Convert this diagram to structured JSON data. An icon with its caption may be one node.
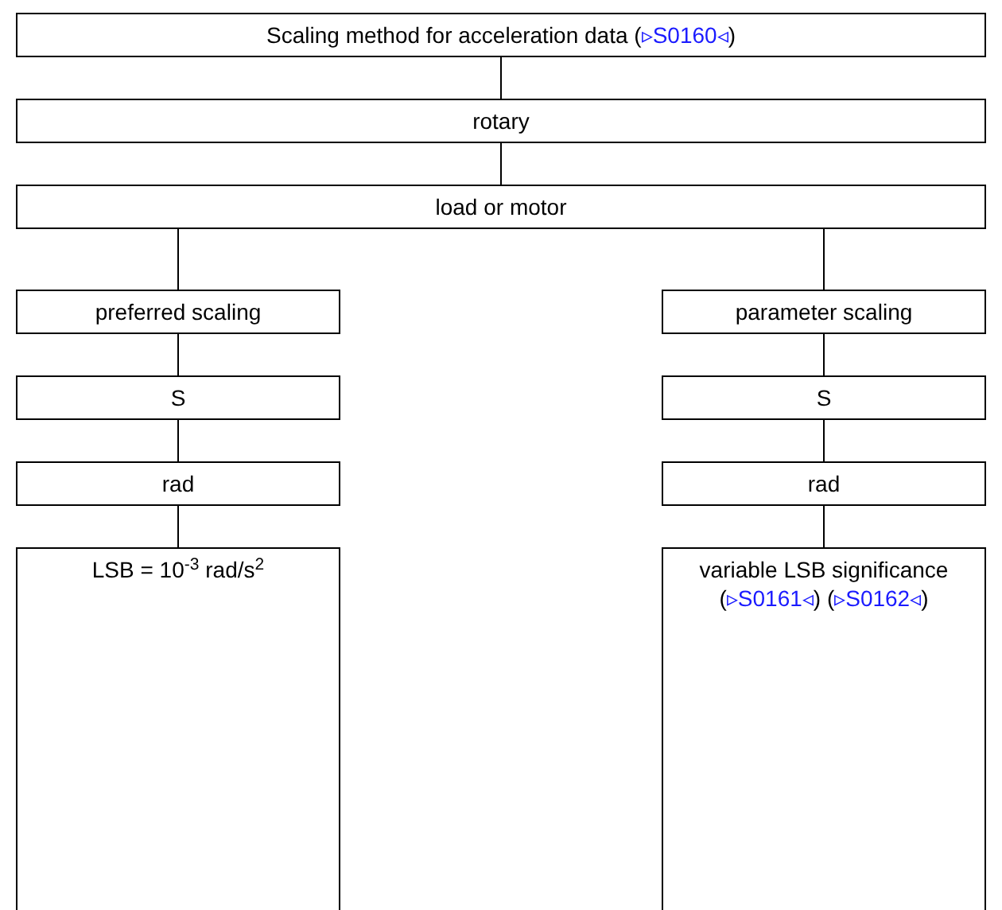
{
  "diagram": {
    "nodes": [
      {
        "text": [
          "Scaling method for acceleration data (▹S0160◃)"
        ]
      },
      {
        "text": [
          "rotary"
        ]
      },
      {
        "text": [
          "load or motor"
        ]
      },
      {
        "text": [
          "preferred scaling"
        ]
      },
      {
        "text": [
          "parameter scaling"
        ]
      },
      {
        "text": [
          "S"
        ]
      },
      {
        "text": [
          "S"
        ]
      },
      {
        "text": [
          "rad"
        ]
      },
      {
        "text": [
          "rad"
        ]
      },
      {
        "text": [
          "LSB = 10$^{-3}$ rad/s$^{2}$"
        ]
      },
      {
        "text": [
          "variable LSB significance (▹S0161◃) (▹S0162◃)"
        ]
      }
    ],
    "edges": [
      {
        "from": 0,
        "to": 1,
        "arrow": "none"
      },
      {
        "from": 1,
        "to": 2,
        "arrow": "none"
      },
      {
        "from": 2,
        "to": 3,
        "arrow": "none"
      },
      {
        "from": 2,
        "to": 4,
        "arrow": "none"
      },
      {
        "from": 3,
        "to": 5,
        "arrow": "none"
      },
      {
        "from": 4,
        "to": 6,
        "arrow": "none"
      },
      {
        "from": 5,
        "to": 7,
        "arrow": "none"
      },
      {
        "from": 6,
        "to": 8,
        "arrow": "none"
      },
      {
        "from": 7,
        "to": 9,
        "arrow": "none"
      },
      {
        "from": 8,
        "to": 10,
        "arrow": "none"
      }
    ]
  }
}
